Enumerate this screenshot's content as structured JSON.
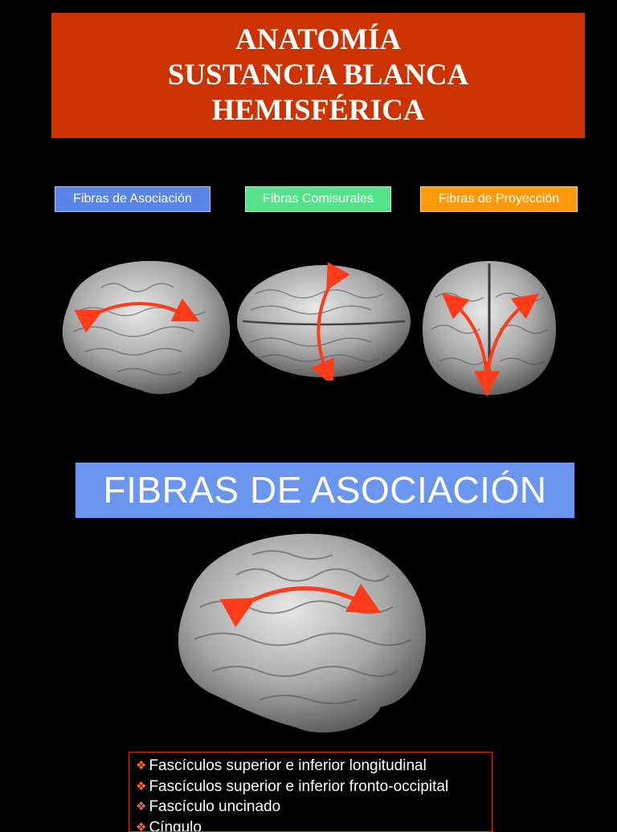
{
  "header": {
    "title_lines": [
      "ANATOMÍA",
      "SUSTANCIA BLANCA",
      "HEMISFÉRICA"
    ]
  },
  "tags": {
    "asociacion": "Fibras de Asociación",
    "comisurales": "Fibras Comisurales",
    "proyeccion": "Fibras de Proyección"
  },
  "section": {
    "title": "FIBRAS DE ASOCIACIÓN"
  },
  "list": {
    "bullet_icon": "diamond-bullet-icon",
    "items": [
      "Fascículos superior e inferior longitudinal",
      "Fascículos superior e inferior fronto-occipital",
      "Fascículo uncinado",
      "Cíngulo"
    ]
  },
  "colors": {
    "title_bg": "#cc3300",
    "tag_asociacion": "#5b84e8",
    "tag_comisurales": "#55e28a",
    "tag_proyeccion": "#ff9a0a",
    "arrow": "#ff3b1a",
    "section_bg": "#6a96f0"
  }
}
